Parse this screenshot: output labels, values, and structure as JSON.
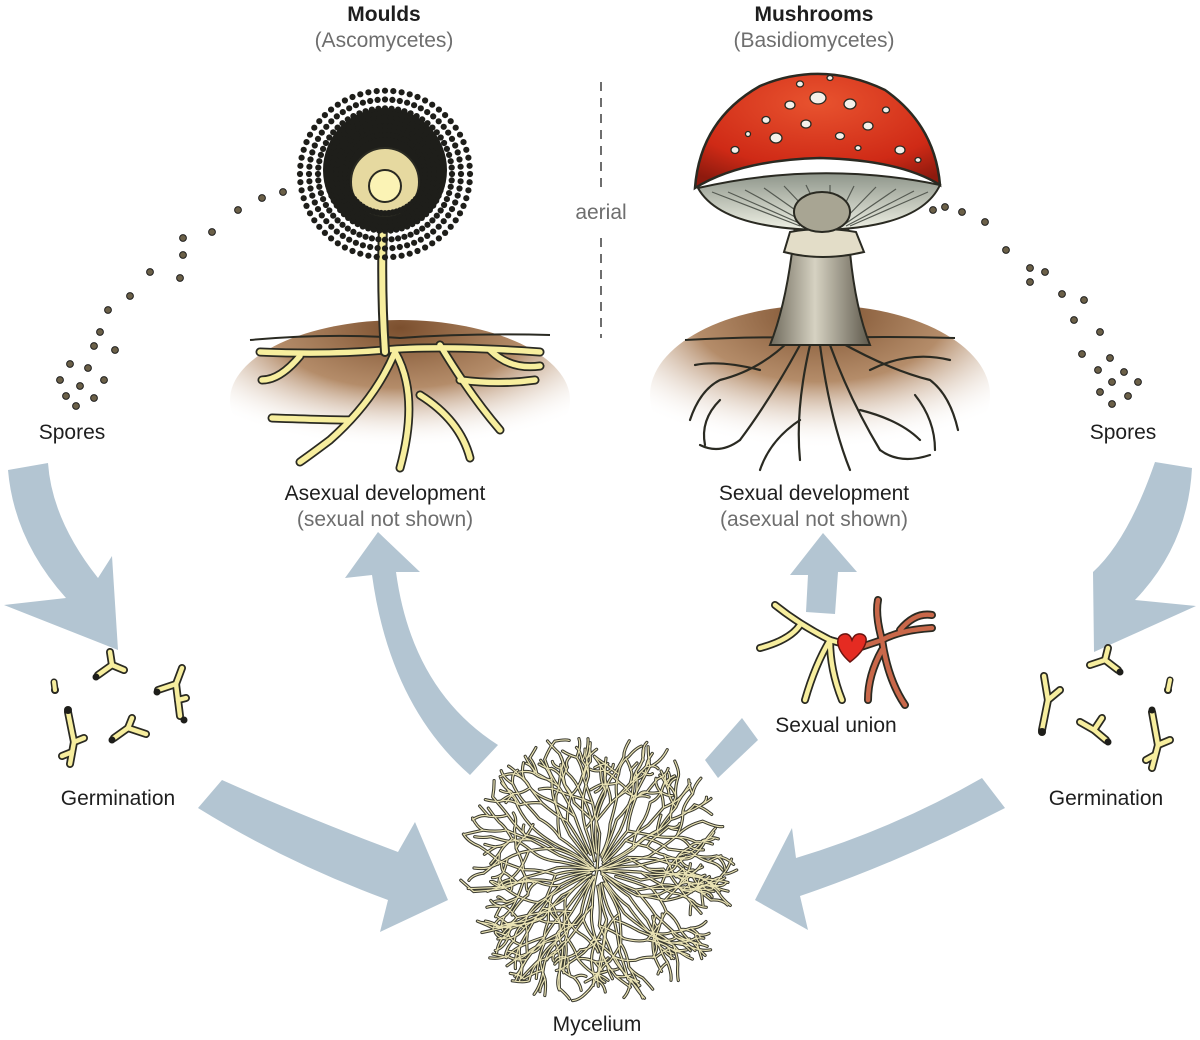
{
  "headers": {
    "left": {
      "title": "Moulds",
      "subtitle": "(Ascomycetes)"
    },
    "right": {
      "title": "Mushrooms",
      "subtitle": "(Basidiomycetes)"
    }
  },
  "zone_label": "aerial",
  "labels": {
    "spores_left": "Spores",
    "spores_right": "Spores",
    "germination_left": "Germination",
    "germination_right": "Germination",
    "asexual": {
      "title": "Asexual development",
      "note": "(sexual not shown)"
    },
    "sexual": {
      "title": "Sexual development",
      "note": "(asexual not shown)"
    },
    "sexual_union": "Sexual union",
    "mycelium": "Mycelium"
  },
  "colors": {
    "arrow": "#b3c5d2",
    "soil": "#8a5a35",
    "hypha_fill": "#f7ee9e",
    "hypha_outline": "#2a2a22",
    "cap_red": "#d42a1a",
    "partner_hypha": "#c9684a",
    "heart": "#e52b22",
    "spore": "#6b6048"
  },
  "icons": [
    "mould-conidiophore-icon",
    "mushroom-icon",
    "heart-icon",
    "mycelium-icon",
    "germinating-spore-icon"
  ]
}
